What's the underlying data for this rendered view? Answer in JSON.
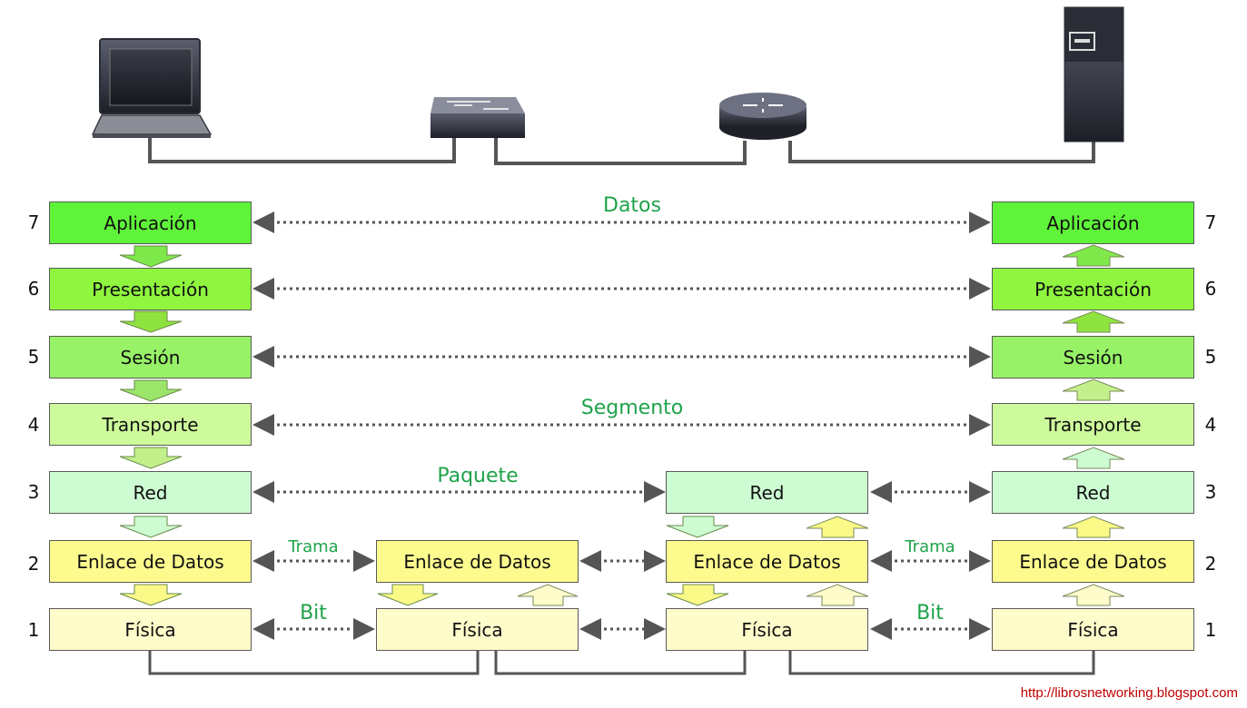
{
  "layers": {
    "l7": "Aplicación",
    "l6": "Presentación",
    "l5": "Sesión",
    "l4": "Transporte",
    "l3": "Red",
    "l2": "Enlace de Datos",
    "l1": "Física"
  },
  "numbers": {
    "n7": "7",
    "n6": "6",
    "n5": "5",
    "n4": "4",
    "n3": "3",
    "n2": "2",
    "n1": "1"
  },
  "labels": {
    "datos": "Datos",
    "segmento": "Segmento",
    "paquete": "Paquete",
    "trama": "Trama",
    "bit": "Bit"
  },
  "devices": [
    "laptop-icon",
    "switch-icon",
    "router-icon",
    "server-icon"
  ],
  "colors": {
    "layer7": "#5ff43a",
    "layer6": "#8ff53e",
    "layer5": "#98f267",
    "layer4": "#cdfa9a",
    "layer3": "#cdfcd2",
    "layer2": "#fdfb8e",
    "layer1": "#fefccb",
    "label": "#1fa34a",
    "link": "#c00000",
    "cable": "#555555"
  },
  "footer": {
    "url": "http://librosnetworking.blogspot.com"
  }
}
